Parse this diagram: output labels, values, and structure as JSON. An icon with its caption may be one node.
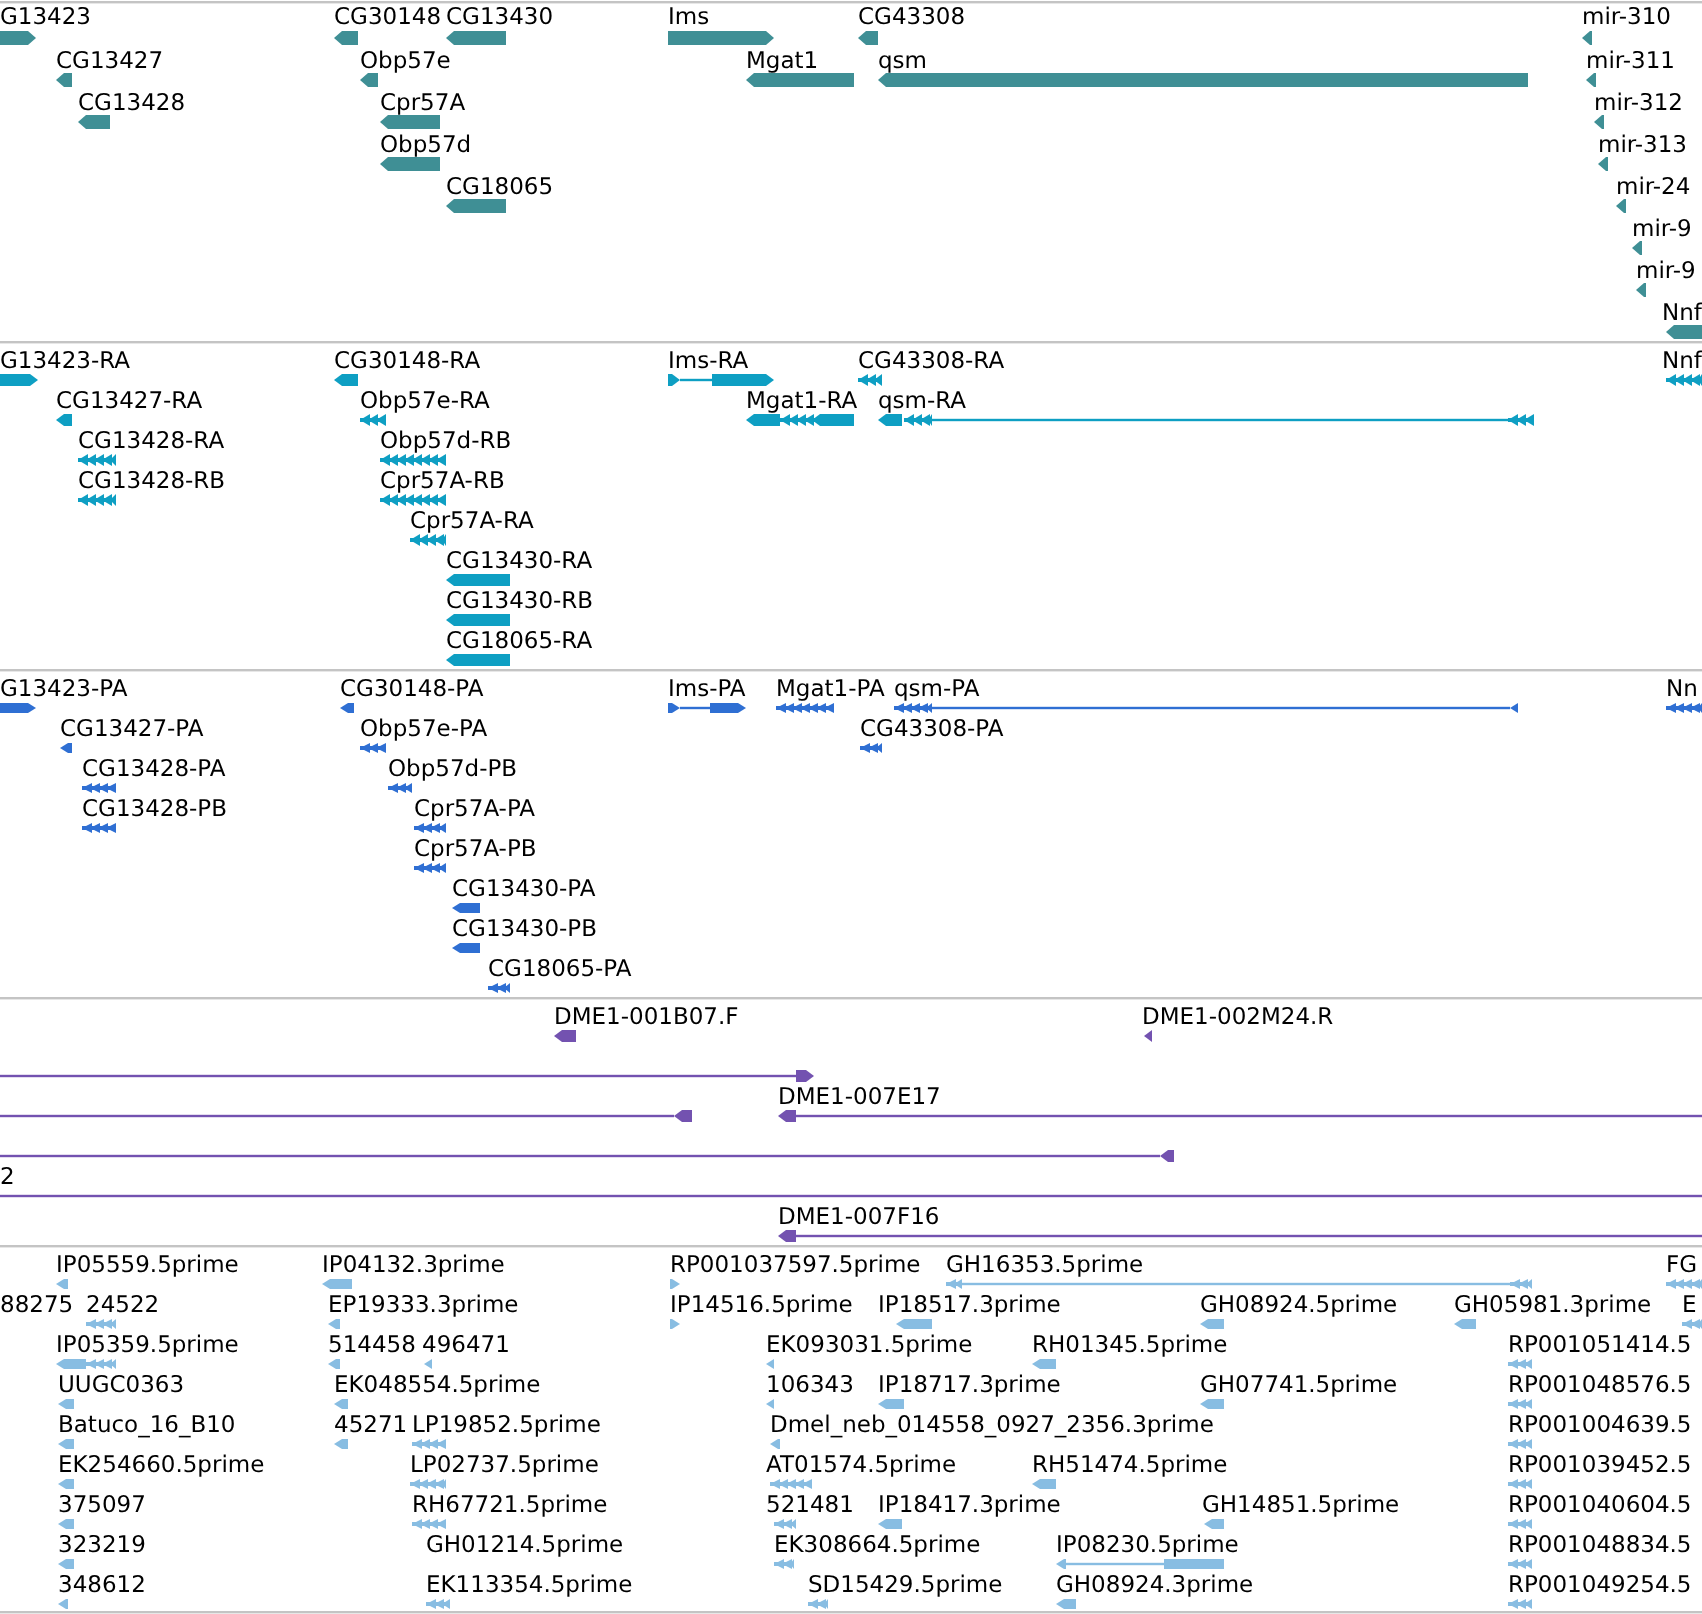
{
  "diagram": {
    "labels": [
      "G13423",
      "CG30148",
      "CG13430",
      "Ims",
      "CG43308",
      "mir-310",
      "CG13427",
      "Obp57e",
      "Mgat1",
      "qsm",
      "mir-311",
      "CG13428",
      "Cpr57A",
      "mir-312",
      "Obp57d",
      "mir-313",
      "CG18065",
      "mir-24",
      "mir-9",
      "mir-9",
      "Nnf",
      "G13423-RA",
      "CG30148-RA",
      "Ims-RA",
      "CG43308-RA",
      "Nnf",
      "CG13427-RA",
      "Obp57e-RA",
      "Mgat1-RA",
      "qsm-RA",
      "CG13428-RA",
      "Obp57d-RB",
      "CG13428-RB",
      "Cpr57A-RB",
      "Cpr57A-RA",
      "CG13430-RA",
      "CG13430-RB",
      "CG18065-RA",
      "G13423-PA",
      "CG30148-PA",
      "Ims-PA",
      "Mgat1-PA",
      "qsm-PA",
      "Nn",
      "CG13427-PA",
      "Obp57e-PA",
      "CG43308-PA",
      "CG13428-PA",
      "Obp57d-PB",
      "CG13428-PB",
      "Cpr57A-PA",
      "Cpr57A-PB",
      "CG13430-PA",
      "CG13430-PB",
      "CG18065-PA",
      "DME1-001B07.F",
      "DME1-002M24.R",
      "DME1-007E17",
      "2",
      "DME1-007F16",
      "IP05559.5prime",
      "IP04132.3prime",
      "RP001037597.5prime",
      "GH16353.5prime",
      "FG",
      "88275",
      "24522",
      "EP19333.3prime",
      "IP14516.5prime",
      "IP18517.3prime",
      "GH08924.5prime",
      "GH05981.3prime",
      "E",
      "IP05359.5prime",
      "514458",
      "496471",
      "EK093031.5prime",
      "RH01345.5prime",
      "RP001051414.5",
      "UUGC0363",
      "EK048554.5prime",
      "106343",
      "IP18717.3prime",
      "GH07741.5prime",
      "RP001048576.5",
      "Batuco_16_B10",
      "45271",
      "LP19852.5prime",
      "Dmel_neb_014558_0927_2356.3prime",
      "RP001004639.5",
      "EK254660.5prime",
      "LP02737.5prime",
      "AT01574.5prime",
      "RH51474.5prime",
      "RP001039452.5",
      "375097",
      "RH67721.5prime",
      "521481",
      "IP18417.3prime",
      "GH14851.5prime",
      "RP001040604.5",
      "323219",
      "GH01214.5prime",
      "EK308664.5prime",
      "IP08230.5prime",
      "RP001048834.5",
      "348612",
      "EK113354.5prime",
      "SD15429.5prime",
      "GH08924.3prime",
      "RP001049254.5"
    ]
  }
}
